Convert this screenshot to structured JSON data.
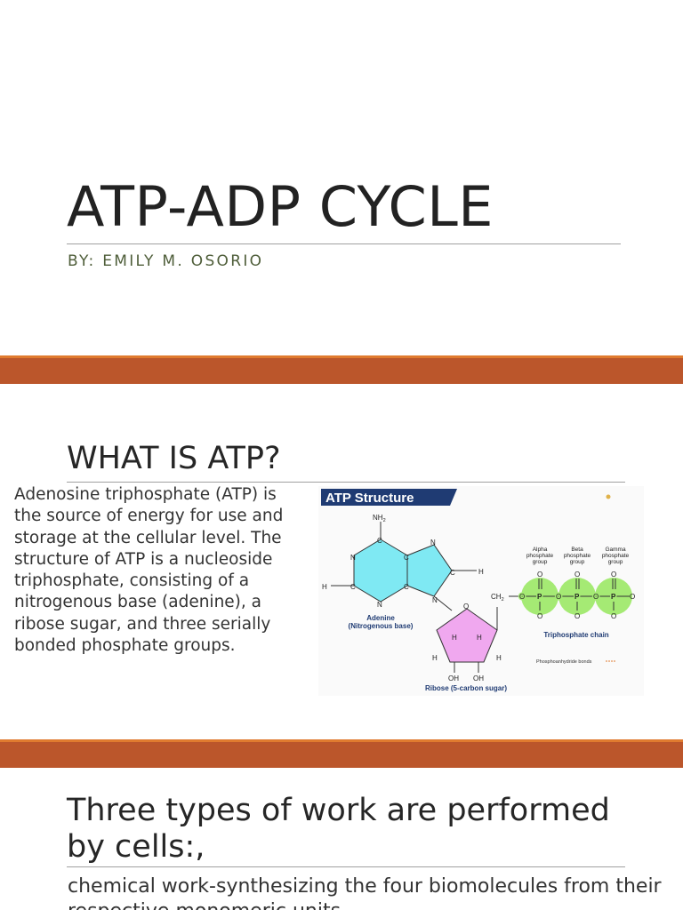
{
  "slides": [
    {
      "title": "ATP-ADP CYCLE",
      "subtitle": "BY: EMILY M. OSORIO"
    },
    {
      "title": "WHAT IS ATP?",
      "body": "Adenosine triphosphate (ATP) is the source of energy for use and storage at the cellular level. The structure of ATP is a nucleoside triphosphate, consisting of a nitrogenous base (adenine), a ribose sugar, and three serially bonded phosphate groups.",
      "diagram": {
        "heading": "ATP Structure",
        "adenine_label": "Adenine",
        "adenine_sublabel": "(Nitrogenous base)",
        "ribose_label": "Ribose (5-carbon sugar)",
        "chain_label": "Triphosphate chain",
        "bonds_label": "Phosphoanhydride bonds",
        "alpha_label": [
          "Alpha",
          "phosphate",
          "group"
        ],
        "beta_label": [
          "Beta",
          "phosphate",
          "group"
        ],
        "gamma_label": [
          "Gamma",
          "phosphate",
          "group"
        ],
        "atoms": {
          "nh2": "NH",
          "sub2": "2",
          "c": "C",
          "n": "N",
          "h": "H",
          "o": "O",
          "p": "P",
          "oh": "OH",
          "ch2": "CH"
        },
        "colors": {
          "heading_bg": "#1f3b73",
          "adenine_fill": "#7fe9f3",
          "ribose_fill": "#f0a8ef",
          "phosphate_fill": "#a5ea74",
          "label_blue": "#1f3b73"
        }
      }
    },
    {
      "title": "Three types of work are performed by cells:,",
      "body": "chemical work-synthesizing the four biomolecules from their respective monomeric units."
    }
  ],
  "colors": {
    "band": "#bb562b",
    "band_stripe": "#e07b2f"
  }
}
